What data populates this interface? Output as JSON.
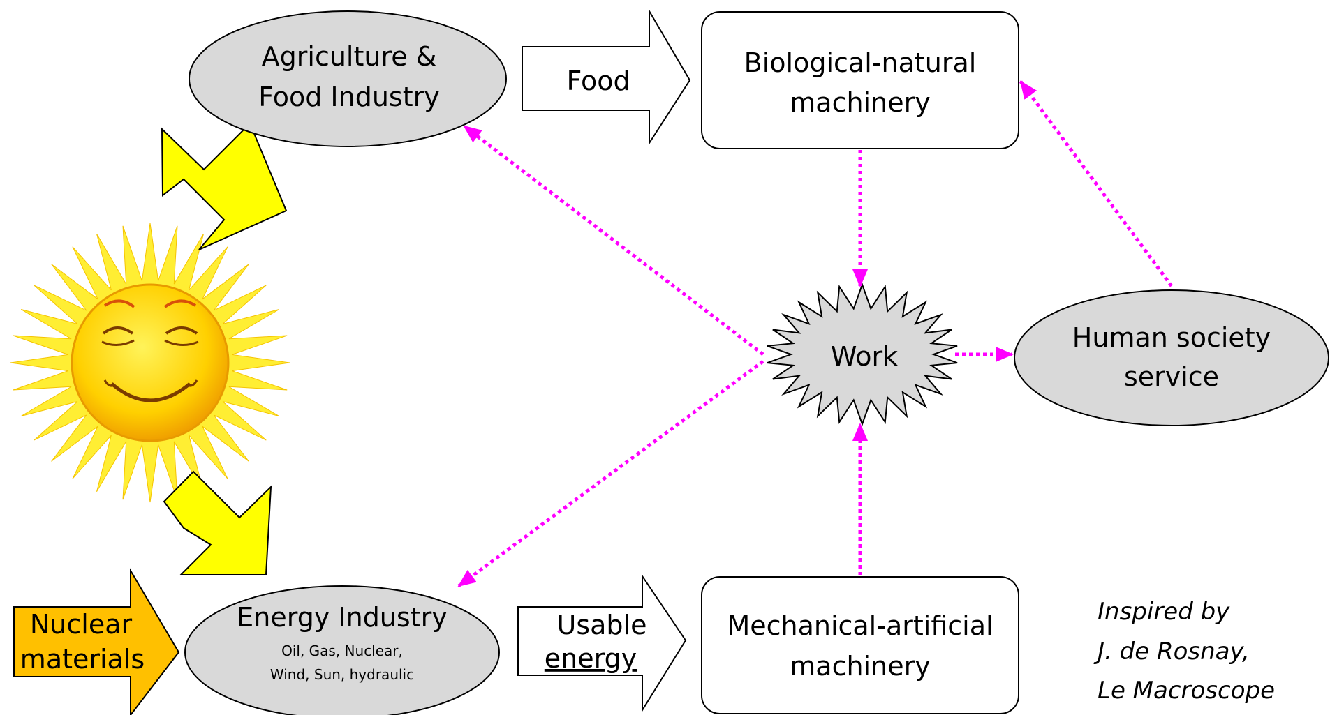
{
  "nodes": {
    "agriculture": {
      "line1": "Agriculture &",
      "line2": "Food Industry"
    },
    "energy_industry": {
      "title": "Energy Industry",
      "sub1": "Oil, Gas, Nuclear,",
      "sub2": "Wind, Sun, hydraulic"
    },
    "biological": {
      "line1": "Biological-natural",
      "line2": "machinery"
    },
    "mechanical": {
      "line1": "Mechanical-artificial",
      "line2": "machinery"
    },
    "work": {
      "label": "Work"
    },
    "human_society": {
      "line1": "Human society",
      "line2": "service"
    },
    "nuclear_materials": {
      "line1": "Nuclear",
      "line2": "materials"
    }
  },
  "arrows": {
    "food": {
      "label": "Food"
    },
    "usable_energy": {
      "line1": "Usable",
      "line2": "energy"
    }
  },
  "credit": {
    "line1": "Inspired by",
    "line2": "J. de Rosnay,",
    "line3": "Le Macroscope"
  },
  "colors": {
    "node_fill": "#d9d9d9",
    "dotted_link": "#ff00ff",
    "sun_arrow": "#ffff00",
    "nuclear_arrow": "#ffc000",
    "sun_core": "#ffd400",
    "sun_rays": "#ffee33"
  },
  "icons": {
    "sun": "smiling-sun-icon"
  }
}
